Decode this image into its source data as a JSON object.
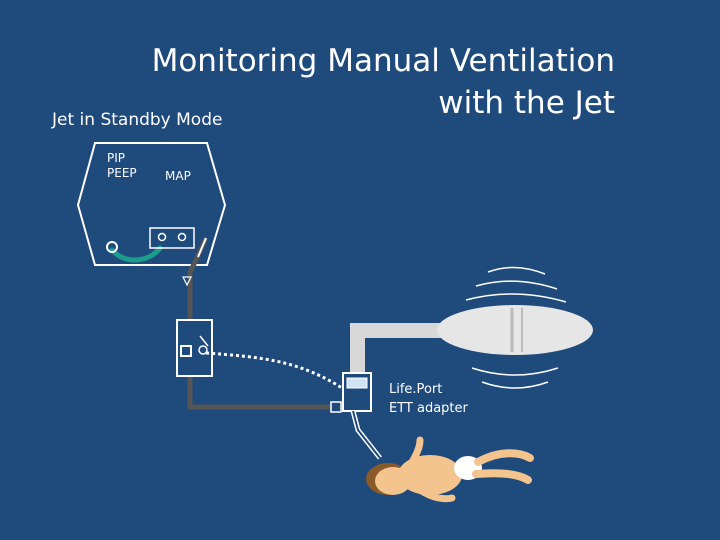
{
  "slide": {
    "title_line1": "Monitoring Manual Ventilation",
    "title_line2": "with the Jet",
    "subtitle": "Jet in Standby Mode"
  },
  "labels": {
    "pip": "PIP",
    "peep": "PEEP",
    "map": "MAP",
    "lifeport_line1": "Life.Port",
    "lifeport_line2": "ETT adapter"
  },
  "colors": {
    "background": "#1f4a7c",
    "tubing": "#555555",
    "green_tube": "#1a9d8a",
    "bag": "#e6e6e6",
    "skin": "#f3c48e",
    "hair": "#8b5a2b"
  },
  "icons": [
    "jet-ventilator-icon",
    "pressure-valve-icon",
    "manual-bag-icon",
    "ett-adapter-icon",
    "infant-icon"
  ]
}
